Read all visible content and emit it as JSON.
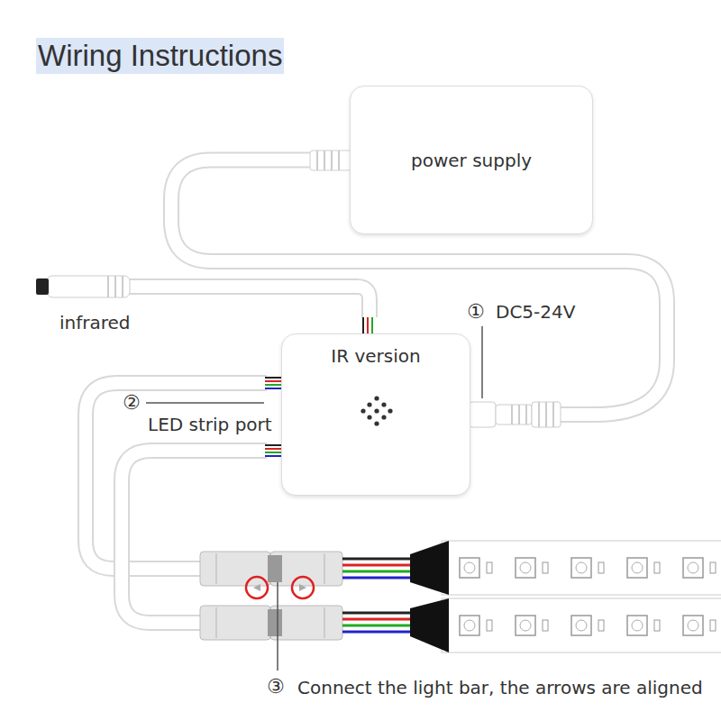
{
  "diagram": {
    "title": "Wiring Instructions",
    "nodes": [
      {
        "text": [
          "power supply"
        ]
      },
      {
        "text": [
          "IR version"
        ]
      }
    ],
    "edges": [
      {
        "from": 0,
        "to": 1,
        "arrow": "none"
      }
    ],
    "labels": [
      "infrared",
      "①",
      "DC5-24V",
      "②",
      "LED strip port",
      "③",
      "Connect the light bar, the arrows are aligned"
    ]
  }
}
